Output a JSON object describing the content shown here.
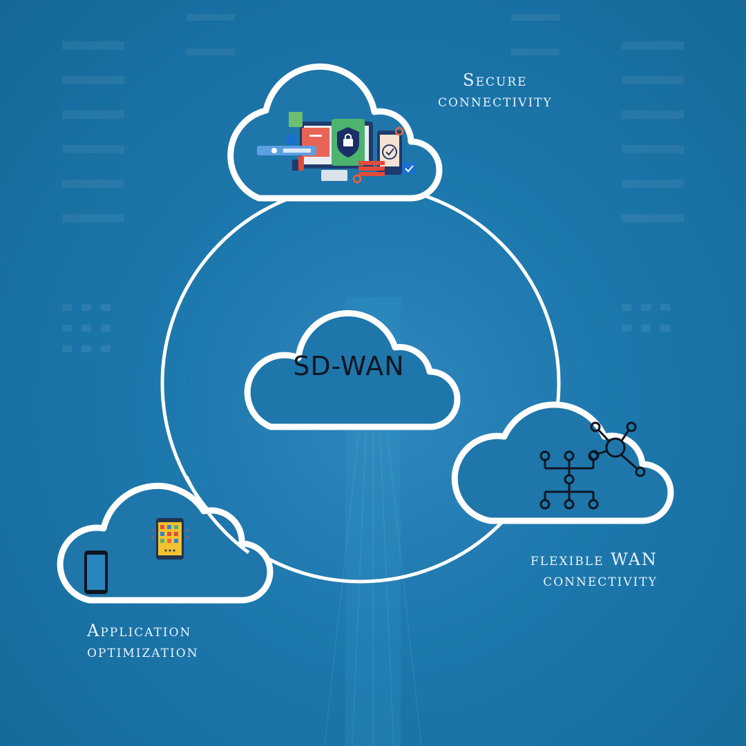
{
  "center_label": "SD-WAN",
  "features": {
    "secure": {
      "lines": [
        "Secure",
        "connectivity"
      ],
      "icon": "security-devices-icon"
    },
    "flexible": {
      "lines": [
        "flexible WAN",
        "connectivity"
      ],
      "icon": "network-nodes-icon"
    },
    "application": {
      "lines": [
        "Application",
        "optimization"
      ],
      "icon": "mobile-devices-icon"
    }
  },
  "colors": {
    "background": "#1d78ad",
    "outline": "#ffffff",
    "label_text": "#eaf4fb",
    "center_text": "#0e1620"
  }
}
